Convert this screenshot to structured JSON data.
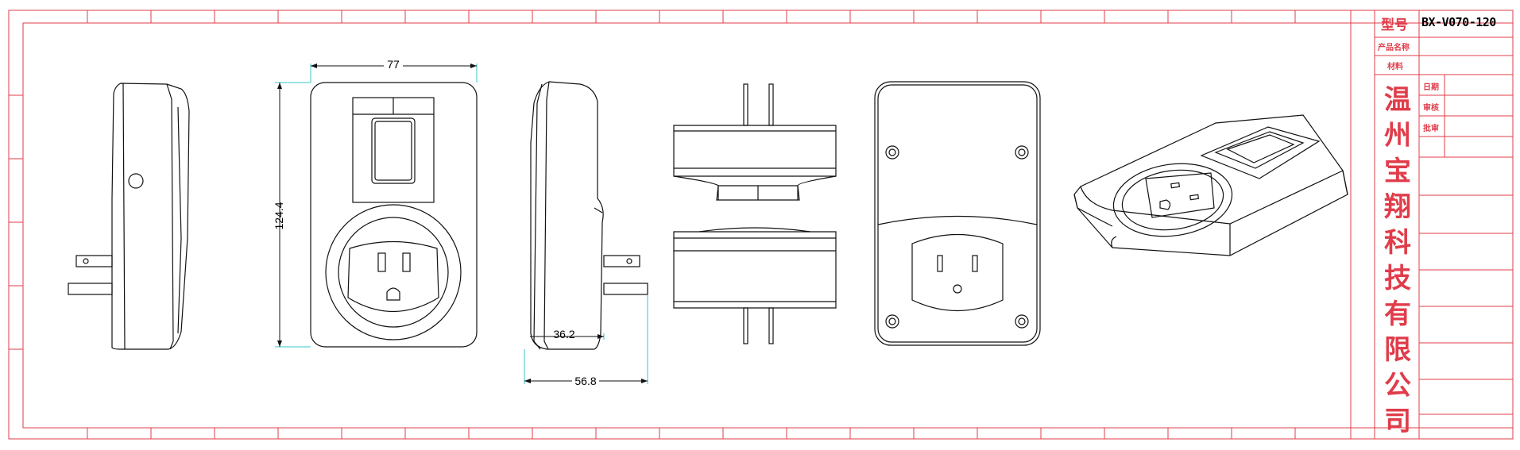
{
  "title_block": {
    "model_label": "型号",
    "model_value": "BX-V070-120",
    "product_name_label": "产品名称",
    "material_label": "材料",
    "date_label": "日期",
    "review_label": "审核",
    "approve_label": "批审",
    "company_chars": [
      "温",
      "州",
      "宝",
      "翔",
      "科",
      "技",
      "有",
      "限",
      "公",
      "司"
    ]
  },
  "dimensions": {
    "width": "77",
    "height": "124.4",
    "depth_body": "36.2",
    "depth_total": "56.8"
  },
  "colors": {
    "frame": "#e03c4a",
    "line": "#111111",
    "dimension_ext": "#35c7c7"
  }
}
